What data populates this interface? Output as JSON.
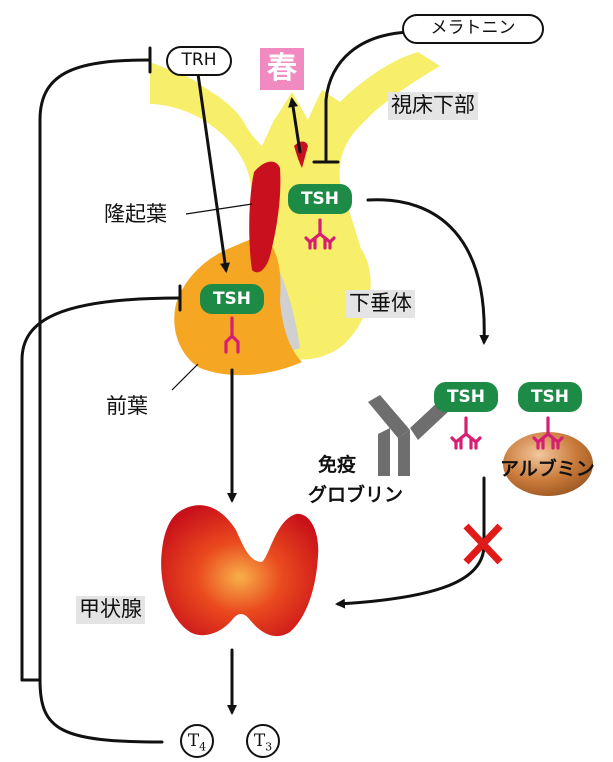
{
  "nodes": {
    "trh": "TRH",
    "melatonin": "メラトニン",
    "spring": "春",
    "hypothalamus": "視床下部",
    "median_eminence": "隆起葉",
    "pituitary": "下垂体",
    "anterior_lobe": "前葉",
    "immunoglobulin_line1": "免疫",
    "immunoglobulin_line2": "グロブリン",
    "albumin": "アルブミン",
    "thyroid": "甲状腺",
    "tsh": "TSH",
    "t4_letter": "T",
    "t4_sub": "4",
    "t3_letter": "T",
    "t3_sub": "3"
  },
  "colors": {
    "hypothalamus": "#f7ee6a",
    "anterior_lobe": "#f5a623",
    "pars_tuberalis": "#c8101e",
    "tsh": "#1d8a45",
    "receptor": "#d61f72",
    "antibody": "#6e6e6e",
    "albumin": "#c97a3a",
    "thyroid": "#d8181e",
    "blocked_mark": "#e01919",
    "label_bg": "#e4e4e4",
    "spring_bg": "#f08ac0"
  }
}
